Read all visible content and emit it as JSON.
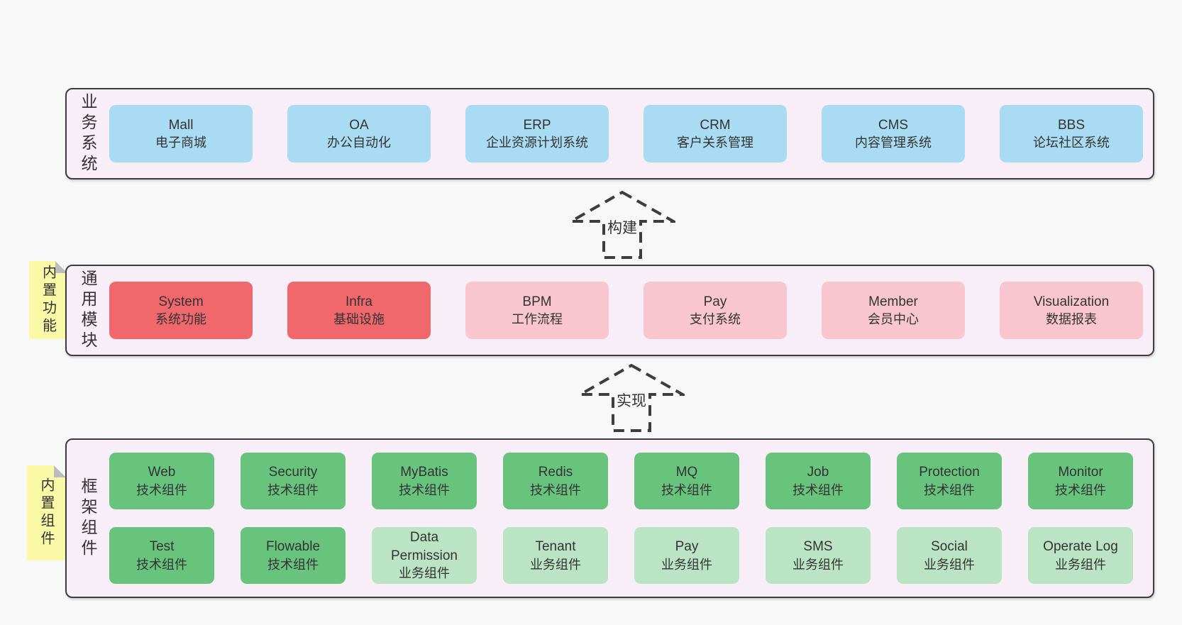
{
  "colors": {
    "page_bg": "#f8f8f8",
    "panel_bg": "#f8eef7",
    "panel_border": "#3d3d3d",
    "sticky_bg": "#fafaa6",
    "sticky_fold": "#b9bdc0",
    "text": "#333333",
    "blue": "#a9dcf3",
    "red": "#f0676c",
    "pink": "#f9c6cf",
    "green": "#68c47d",
    "lightgreen": "#bae4c4"
  },
  "layers": [
    {
      "id": "business",
      "label": "业务系统",
      "rows": [
        [
          {
            "en": "Mall",
            "zh": "电子商城",
            "color": "blue"
          },
          {
            "en": "OA",
            "zh": "办公自动化",
            "color": "blue"
          },
          {
            "en": "ERP",
            "zh": "企业资源计划系统",
            "color": "blue"
          },
          {
            "en": "CRM",
            "zh": "客户关系管理",
            "color": "blue"
          },
          {
            "en": "CMS",
            "zh": "内容管理系统",
            "color": "blue"
          },
          {
            "en": "BBS",
            "zh": "论坛社区系统",
            "color": "blue"
          }
        ]
      ]
    },
    {
      "id": "modules",
      "label": "通用模块",
      "sticky": "内置功能",
      "rows": [
        [
          {
            "en": "System",
            "zh": "系统功能",
            "color": "red"
          },
          {
            "en": "Infra",
            "zh": "基础设施",
            "color": "red"
          },
          {
            "en": "BPM",
            "zh": "工作流程",
            "color": "pink"
          },
          {
            "en": "Pay",
            "zh": "支付系统",
            "color": "pink"
          },
          {
            "en": "Member",
            "zh": "会员中心",
            "color": "pink"
          },
          {
            "en": "Visualization",
            "zh": "数据报表",
            "color": "pink"
          }
        ]
      ]
    },
    {
      "id": "components",
      "label": "框架组件",
      "sticky": "内置组件",
      "rows": [
        [
          {
            "en": "Web",
            "zh": "技术组件",
            "color": "green"
          },
          {
            "en": "Security",
            "zh": "技术组件",
            "color": "green"
          },
          {
            "en": "MyBatis",
            "zh": "技术组件",
            "color": "green"
          },
          {
            "en": "Redis",
            "zh": "技术组件",
            "color": "green"
          },
          {
            "en": "MQ",
            "zh": "技术组件",
            "color": "green"
          },
          {
            "en": "Job",
            "zh": "技术组件",
            "color": "green"
          },
          {
            "en": "Protection",
            "zh": "技术组件",
            "color": "green"
          },
          {
            "en": "Monitor",
            "zh": "技术组件",
            "color": "green"
          }
        ],
        [
          {
            "en": "Test",
            "zh": "技术组件",
            "color": "green"
          },
          {
            "en": "Flowable",
            "zh": "技术组件",
            "color": "green"
          },
          {
            "en": "Data Permission",
            "zh": "业务组件",
            "color": "lightgreen"
          },
          {
            "en": "Tenant",
            "zh": "业务组件",
            "color": "lightgreen"
          },
          {
            "en": "Pay",
            "zh": "业务组件",
            "color": "lightgreen"
          },
          {
            "en": "SMS",
            "zh": "业务组件",
            "color": "lightgreen"
          },
          {
            "en": "Social",
            "zh": "业务组件",
            "color": "lightgreen"
          },
          {
            "en": "Operate Log",
            "zh": "业务组件",
            "color": "lightgreen"
          }
        ]
      ]
    }
  ],
  "arrows": [
    {
      "label": "构建"
    },
    {
      "label": "实现"
    }
  ]
}
